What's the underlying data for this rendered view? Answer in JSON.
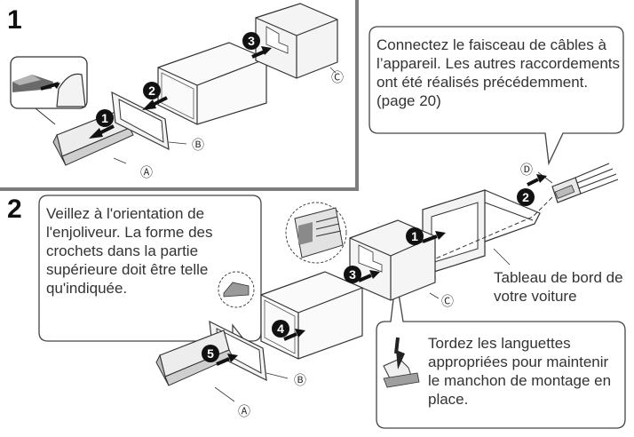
{
  "steps": {
    "one": "1",
    "two": "2"
  },
  "callouts": {
    "harness": "Connectez le faisceau de câbles à l’appareil. Les autres raccordements ont été réalisés précédemment. (page 20)",
    "trim": "Veillez à l'orientation de l'enjoliveur. La forme des crochets dans la partie supérieure doit être telle qu'indiquée.",
    "tabs": "Tordez les languettes appropriées pour maintenir le manchon de montage en place."
  },
  "labels": {
    "dashboard": "Tableau de bord de votre voiture"
  },
  "parts": {
    "a": "Ⓐ",
    "b": "Ⓑ",
    "c": "Ⓒ",
    "d": "Ⓓ"
  },
  "step1_markers": [
    "1",
    "2",
    "3"
  ],
  "step2_markers": [
    "1",
    "2",
    "3",
    "4",
    "5"
  ]
}
